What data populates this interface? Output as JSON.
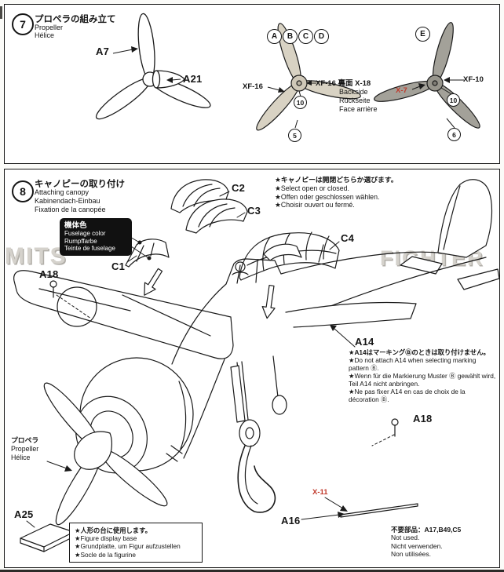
{
  "colors": {
    "accent_red": "#c0392b",
    "blade_light": "#d8d2c3",
    "blade_dark": "#a3a199",
    "ink": "#1a1a1a"
  },
  "step7": {
    "number": "7",
    "title_ja": "プロペラの組み立て",
    "title_en": "Propeller",
    "title_fr": "Hélice",
    "part_a7": "A7",
    "part_a21": "A21",
    "variants": [
      "A",
      "B",
      "C",
      "D"
    ],
    "variant_e": "E",
    "paint_front": "XF-16",
    "paint_back_line": "XF-16 裏面 X-18",
    "backside_labels": [
      "Backside",
      "Rückseite",
      "Face arrière"
    ],
    "qty_hub": "10",
    "qty_blade_abcd": "5",
    "qty_blade_e": "6",
    "paint_x7": "X-7",
    "paint_xf10": "XF-10"
  },
  "step8": {
    "number": "8",
    "title_ja": "キャノピーの取り付け",
    "subtitles": [
      "Attaching canopy",
      "Kabinendach-Einbau",
      "Fixation de la canopée"
    ],
    "canopy_notes": [
      "★キャノピーは開閉どちらか選びます。",
      "★Select open or closed.",
      "★Offen oder geschlossen wählen.",
      "★Choisir ouvert ou fermé."
    ],
    "parts": {
      "c1": "C1",
      "c2": "C2",
      "c3": "C3",
      "c4": "C4",
      "a14": "A14",
      "a16": "A16",
      "a18": "A18",
      "a25": "A25"
    },
    "fuselage_color_labels": [
      "機体色",
      "Fuselage color",
      "Rumpffarbe",
      "Teinte de fuselage"
    ],
    "a14_notes": [
      "★A14はマーキングⒷのときは取り付けません。",
      "★Do not attach A14 when selecting marking pattern Ⓑ.",
      "★Wenn für die Markierung Muster Ⓑ gewählt wird, Teil A14 nicht anbringen.",
      "★Ne pas fixer A14 en cas de choix de la décoration Ⓑ."
    ],
    "propeller_labels": [
      "プロペラ",
      "Propeller",
      "Hélice"
    ],
    "figure_base_notes": [
      "★人形の台に使用します。",
      "★Figure display base",
      "★Grundplatte, um Figur aufzustellen",
      "★Socle de la figurine"
    ],
    "paint_x11": "X-11",
    "not_used_notes": [
      "不要部品：A17,B49,C5",
      "Not used.",
      "Nicht verwenden.",
      "Non utilisées."
    ],
    "watermark_left": "MITS",
    "watermark_right": "FIGHTER"
  }
}
